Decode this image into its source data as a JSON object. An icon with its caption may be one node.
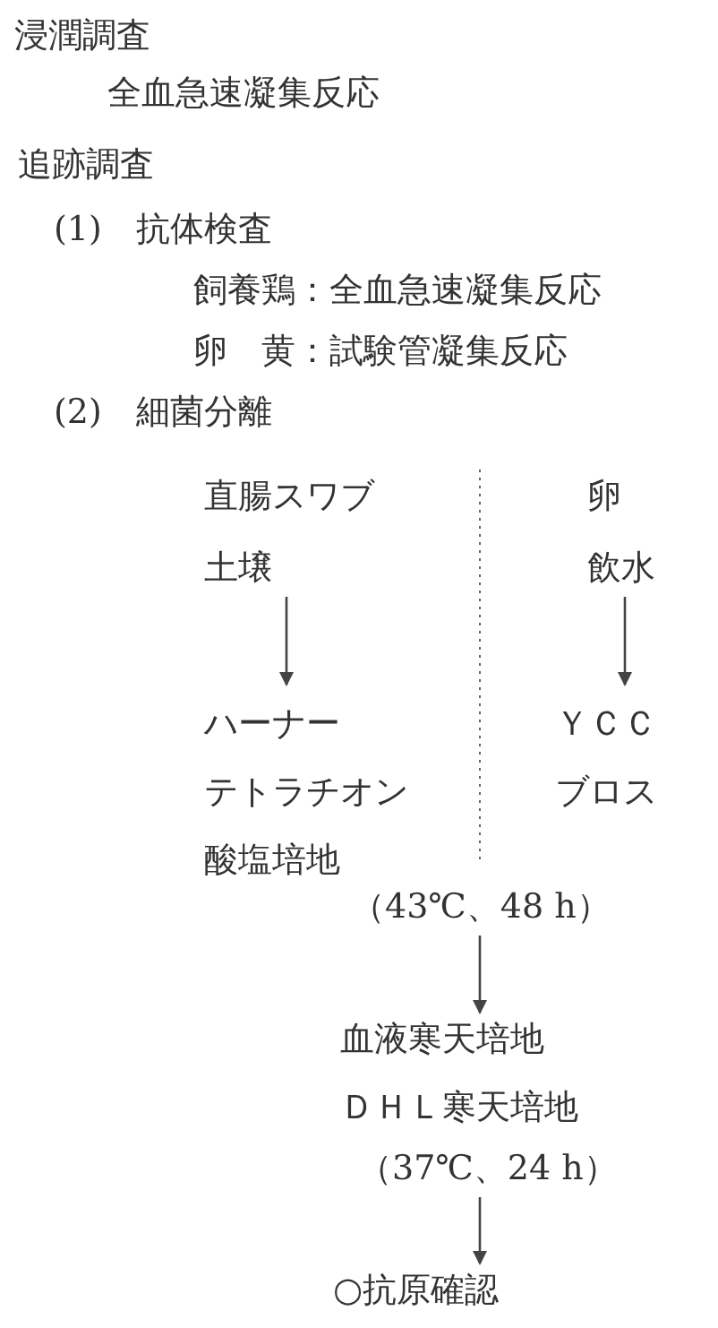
{
  "diagram": {
    "nodes": [
      {
        "text": [
          "直腸スワブ",
          "土壌"
        ]
      },
      {
        "text": [
          "ハーナーテトラチオン酸塩培地"
        ]
      },
      {
        "text": [
          "卵",
          "飲水"
        ]
      },
      {
        "text": [
          "ＹＣＣブロス"
        ]
      },
      {
        "text": [
          "（43℃、48 h）"
        ]
      },
      {
        "text": [
          "血液寒天培地",
          "ＤＨＬ寒天培地"
        ]
      },
      {
        "text": [
          "（37℃、24 h）"
        ]
      },
      {
        "text": [
          "○抗原確認"
        ]
      }
    ],
    "edges": [
      {
        "from": 0,
        "to": 1,
        "arrow": "to"
      },
      {
        "from": 2,
        "to": 3,
        "arrow": "to"
      },
      {
        "from": 4,
        "to": 5,
        "arrow": "to"
      },
      {
        "from": 6,
        "to": 7,
        "arrow": "to"
      }
    ],
    "labels": [
      "浸潤調査",
      "全血急速凝集反応",
      "追跡調査",
      "(1)　抗体検査",
      "飼養鶏：全血急速凝集反応",
      "卵　黄：試験管凝集反応",
      "(2)　細菌分離"
    ]
  }
}
